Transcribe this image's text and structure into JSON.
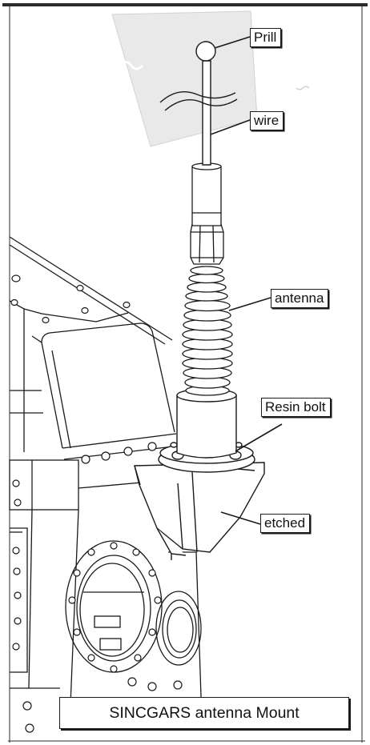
{
  "labels": {
    "prill": "Prill",
    "wire": "wire",
    "antenna": "antenna",
    "resin_bolt": "Resin bolt",
    "etched": "etched"
  },
  "caption": "SINCGARS antenna Mount",
  "colors": {
    "ink": "#1a1a1a",
    "paper": "#ffffff",
    "tape": "#e9e9e9",
    "page_edge": "#2b2b2b"
  }
}
